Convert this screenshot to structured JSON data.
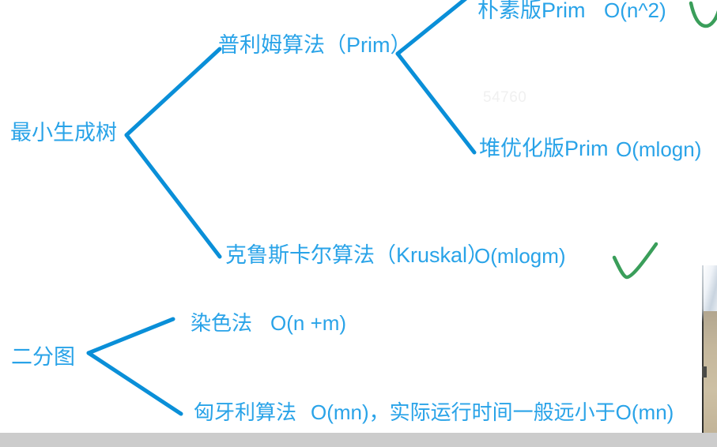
{
  "slide": {
    "watermark": "54760",
    "line_color": "#0a8fd8",
    "text_color": "#29a3e8",
    "check_color": "#3a9e5a",
    "background": "#ffffff",
    "bottom_bar_color": "#cccccc"
  },
  "tree": {
    "mst": {
      "root_label": "最小生成树",
      "prim": {
        "label": "普利姆算法（Prim）",
        "children": [
          {
            "name": "朴素版Prim",
            "complexity": "O(n^2)"
          },
          {
            "name": "堆优化版Prim",
            "complexity": "O(mlogn)"
          }
        ]
      },
      "kruskal": {
        "name": "克鲁斯卡尔算法（Kruskal）",
        "complexity": "O(mlogm)"
      }
    },
    "bipartite": {
      "root_label": "二分图",
      "children": [
        {
          "name": "染色法",
          "complexity": "O(n +m)"
        },
        {
          "name": "匈牙利算法",
          "complexity": "O(mn)，实际运行时间一般远小于O(mn)"
        }
      ]
    }
  },
  "annotations": {
    "check_top_right": "green-check-partial",
    "check_kruskal": "green-check"
  }
}
